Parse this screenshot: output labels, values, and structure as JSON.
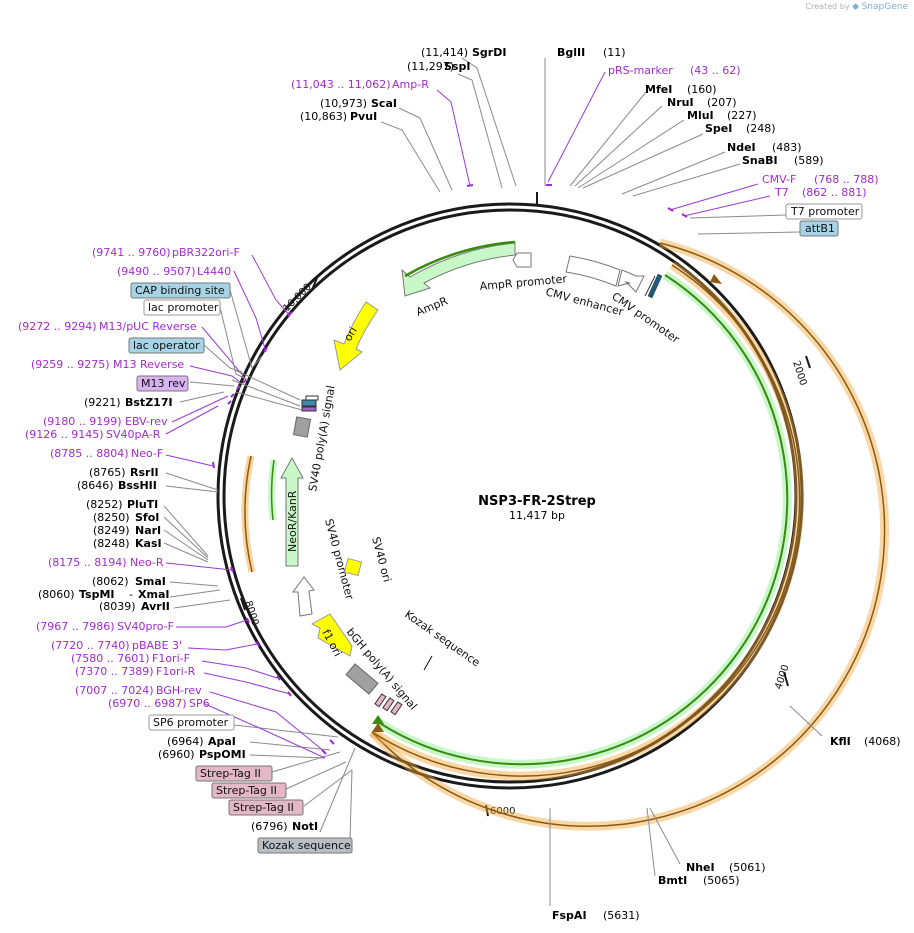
{
  "credit": {
    "prefix": "Created by",
    "brand": "SnapGene"
  },
  "plasmid": {
    "name": "NSP3-FR-2Strep",
    "length": "11,417 bp"
  },
  "ticks": [
    "2000",
    "4000",
    "6000",
    "8000",
    "10,000"
  ],
  "enzymes": [
    {
      "name": "SgrDI",
      "pos": "(11,414)"
    },
    {
      "name": "SspI",
      "pos": "(11,297)"
    },
    {
      "name": "BglII",
      "pos": "(11)"
    },
    {
      "name": "ScaI",
      "pos": "(10,973)"
    },
    {
      "name": "PvuI",
      "pos": "(10,863)"
    },
    {
      "name": "MfeI",
      "pos": "(160)"
    },
    {
      "name": "NruI",
      "pos": "(207)"
    },
    {
      "name": "MluI",
      "pos": "(227)"
    },
    {
      "name": "SpeI",
      "pos": "(248)"
    },
    {
      "name": "NdeI",
      "pos": "(483)"
    },
    {
      "name": "SnaBI",
      "pos": "(589)"
    },
    {
      "name": "KflI",
      "pos": "(4068)"
    },
    {
      "name": "NheI",
      "pos": "(5061)"
    },
    {
      "name": "BmtI",
      "pos": "(5065)"
    },
    {
      "name": "FspAI",
      "pos": "(5631)"
    },
    {
      "name": "NotI",
      "pos": "(6796)"
    },
    {
      "name": "PspOMI",
      "pos": "(6960)"
    },
    {
      "name": "ApaI",
      "pos": "(6964)"
    },
    {
      "name": "AvrII",
      "pos": "(8039)"
    },
    {
      "name": "SmaI",
      "pos": "(8062)"
    },
    {
      "name": "TspMI",
      "pos": "(8060)"
    },
    {
      "name": "XmaI",
      "pos": "-"
    },
    {
      "name": "KasI",
      "pos": "(8248)"
    },
    {
      "name": "NarI",
      "pos": "(8249)"
    },
    {
      "name": "SfoI",
      "pos": "(8250)"
    },
    {
      "name": "PluTI",
      "pos": "(8252)"
    },
    {
      "name": "BssHII",
      "pos": "(8646)"
    },
    {
      "name": "RsrII",
      "pos": "(8765)"
    },
    {
      "name": "BstZ17I",
      "pos": "(9221)"
    }
  ],
  "primers": [
    {
      "name": "Amp-R",
      "pos": "(11,043 .. 11,062)"
    },
    {
      "name": "pRS-marker",
      "pos": "(43 .. 62)"
    },
    {
      "name": "CMV-F",
      "pos": "(768 .. 788)"
    },
    {
      "name": "T7",
      "pos": "(862 .. 881)"
    },
    {
      "name": "pBR322ori-F",
      "pos": "(9741 .. 9760)"
    },
    {
      "name": "L4440",
      "pos": "(9490 .. 9507)"
    },
    {
      "name": "M13/pUC Reverse",
      "pos": "(9272 .. 9294)"
    },
    {
      "name": "M13 Reverse",
      "pos": "(9259 .. 9275)"
    },
    {
      "name": "EBV-rev",
      "pos": "(9180 .. 9199)"
    },
    {
      "name": "SV40pA-R",
      "pos": "(9126 .. 9145)"
    },
    {
      "name": "Neo-F",
      "pos": "(8785 .. 8804)"
    },
    {
      "name": "Neo-R",
      "pos": "(8175 .. 8194)"
    },
    {
      "name": "SV40pro-F",
      "pos": "(7967 .. 7986)"
    },
    {
      "name": "pBABE 3'",
      "pos": "(7720 .. 7740)"
    },
    {
      "name": "F1ori-F",
      "pos": "(7580 .. 7601)"
    },
    {
      "name": "F1ori-R",
      "pos": "(7370 .. 7389)"
    },
    {
      "name": "BGH-rev",
      "pos": "(7007 .. 7024)"
    },
    {
      "name": "SP6",
      "pos": "(6970 .. 6987)"
    }
  ],
  "boxes": [
    {
      "label": "T7 promoter"
    },
    {
      "label": "attB1"
    },
    {
      "label": "CAP binding site"
    },
    {
      "label": "lac promoter"
    },
    {
      "label": "lac operator"
    },
    {
      "label": "M13 rev"
    },
    {
      "label": "SP6 promoter"
    },
    {
      "label": "Strep-Tag II"
    },
    {
      "label": "Strep-Tag II"
    },
    {
      "label": "Strep-Tag II"
    },
    {
      "label": "Kozak sequence"
    }
  ],
  "features": [
    {
      "label": "AmpR"
    },
    {
      "label": "AmpR promoter"
    },
    {
      "label": "CMV enhancer"
    },
    {
      "label": "CMV promoter"
    },
    {
      "label": "ori"
    },
    {
      "label": "SV40 poly(A) signal"
    },
    {
      "label": "NeoR/KanR"
    },
    {
      "label": "SV40 promoter"
    },
    {
      "label": "SV40 ori"
    },
    {
      "label": "f1 ori"
    },
    {
      "label": "bGH poly(A) signal"
    },
    {
      "label": "Kozak sequence"
    }
  ],
  "colors": {
    "backbone": "#1a1a1a",
    "enzyme_line": "#8a8a8a",
    "primer": "#a22ad0",
    "orf_orange": "#f2a73b",
    "orf_brown": "#8a5a10",
    "orf_green": "#3a8a12",
    "ampr_fill": "#c8f7c8",
    "ori_fill": "#ffff00",
    "polyA_fill": "#a0a0a0",
    "lac_op_fill": "#a6d4e6",
    "m13_fill": "#d9b3f0",
    "strep_fill": "#e3b7c6"
  }
}
